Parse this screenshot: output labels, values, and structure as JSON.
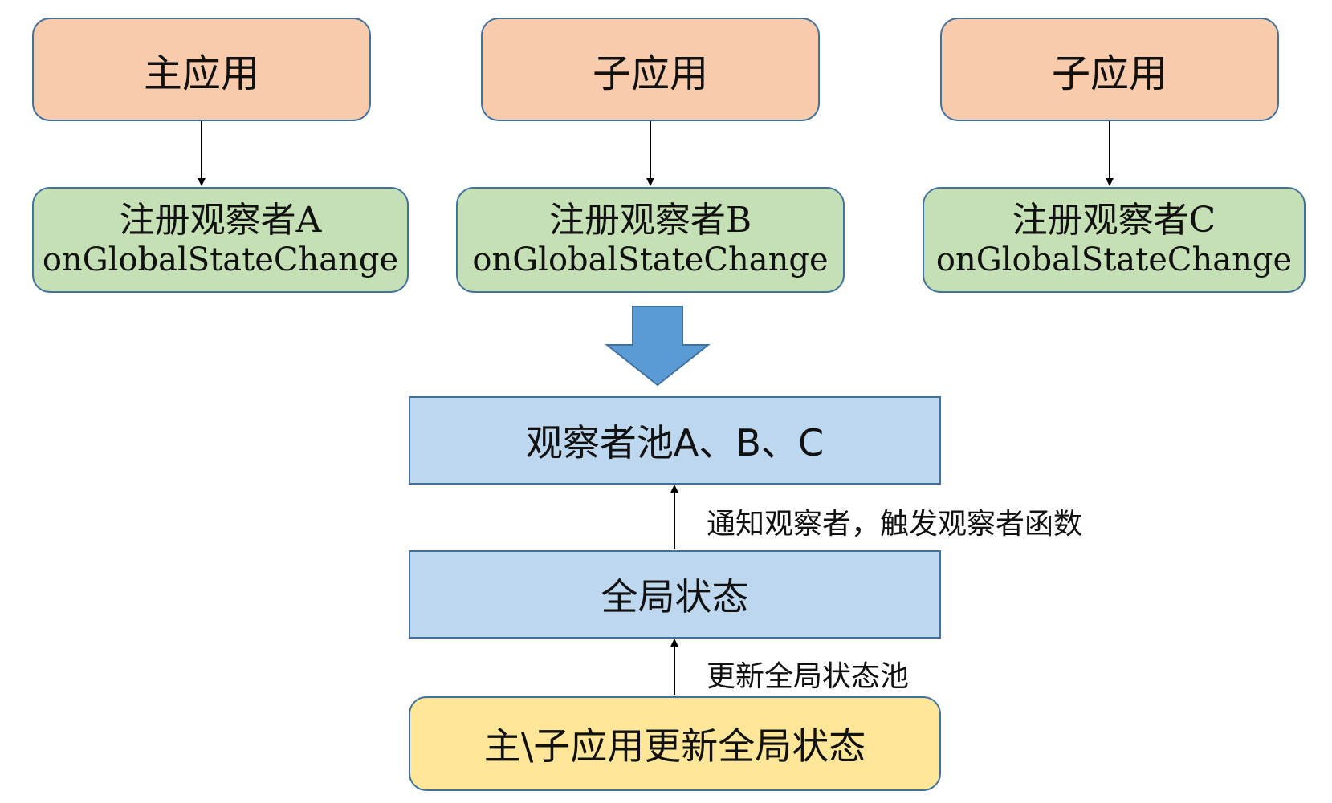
{
  "apps": [
    {
      "label": "主应用"
    },
    {
      "label": "子应用"
    },
    {
      "label": "子应用"
    }
  ],
  "observers": [
    {
      "title": "注册观察者A",
      "method": "onGlobalStateChange"
    },
    {
      "title": "注册观察者B",
      "method": "onGlobalStateChange"
    },
    {
      "title": "注册观察者C",
      "method": "onGlobalStateChange"
    }
  ],
  "pool": {
    "label": "观察者池A、B、C"
  },
  "global_state": {
    "label": "全局状态"
  },
  "update": {
    "label": "主\\子应用更新全局状态"
  },
  "edge_labels": {
    "notify": "通知观察者，触发观察者函数",
    "update_pool": "更新全局状态池"
  },
  "colors": {
    "app_fill": "#f8cbad",
    "observer_fill": "#c5e0b4",
    "pool_fill": "#bdd7ee",
    "update_fill": "#ffe699",
    "border": "#41719c",
    "big_arrow": "#5b9bd5"
  }
}
